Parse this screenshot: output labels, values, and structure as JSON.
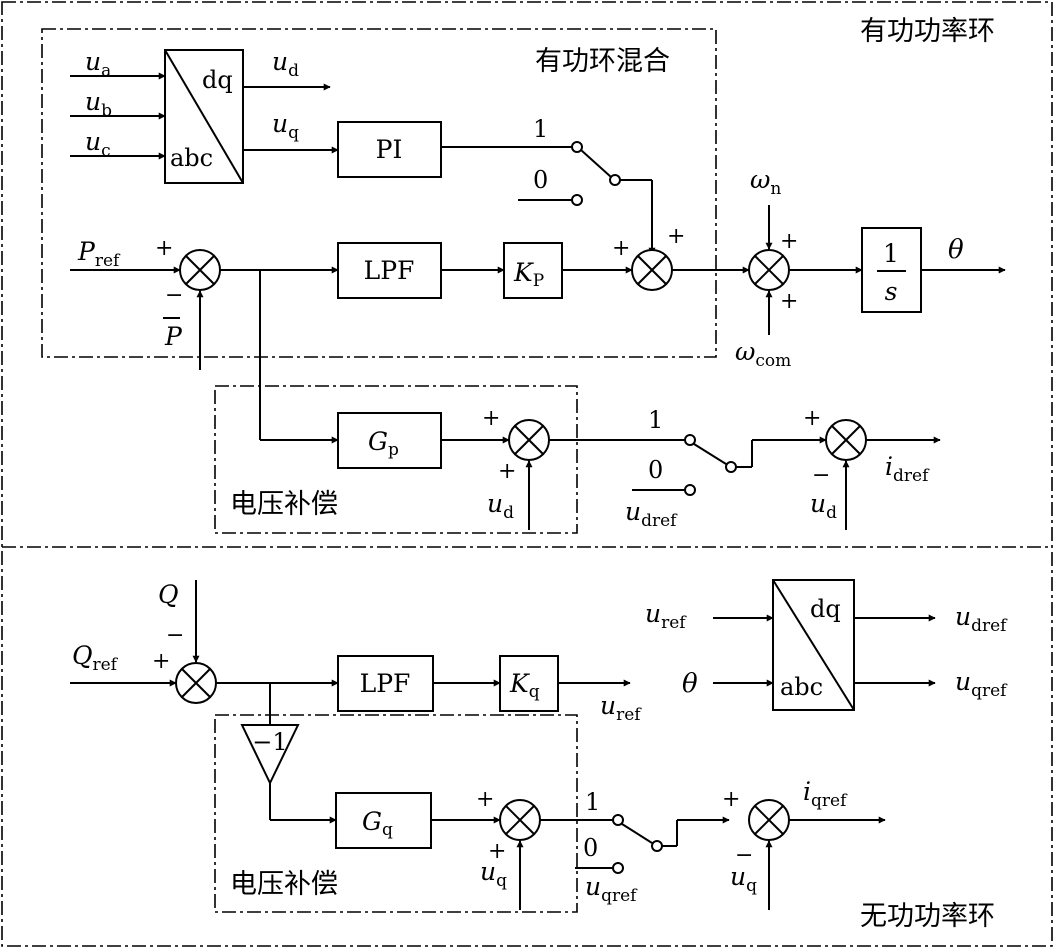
{
  "regions": {
    "active_loop": "有功功率环",
    "active_mix": "有功环混合",
    "reactive_loop": "无功功率环",
    "voltage_comp_1": "电压补偿",
    "voltage_comp_2": "电压补偿"
  },
  "blocks": {
    "park1_top": "dq",
    "park1_bottom": "abc",
    "pi": "PI",
    "lpf1": "LPF",
    "kp_main": "K",
    "kp_sub": "P",
    "integrator_num": "1",
    "integrator_den": "s",
    "gp_main": "G",
    "gp_sub": "p",
    "lpf2": "LPF",
    "kq_main": "K",
    "kq_sub": "q",
    "neg_one": "−1",
    "gq_main": "G",
    "gq_sub": "q",
    "park2_top": "dq",
    "park2_bottom": "abc"
  },
  "signals": {
    "u": "u",
    "a": "a",
    "b": "b",
    "c": "c",
    "d": "d",
    "q": "q",
    "P": "P",
    "ref": "ref",
    "Q": "Q",
    "omega": "ω",
    "n": "n",
    "com": "com",
    "theta": "θ",
    "i": "i",
    "dref": "dref",
    "qref": "qref"
  },
  "switches": {
    "one": "1",
    "zero": "0"
  },
  "signs": {
    "plus": "+",
    "minus": "−"
  }
}
